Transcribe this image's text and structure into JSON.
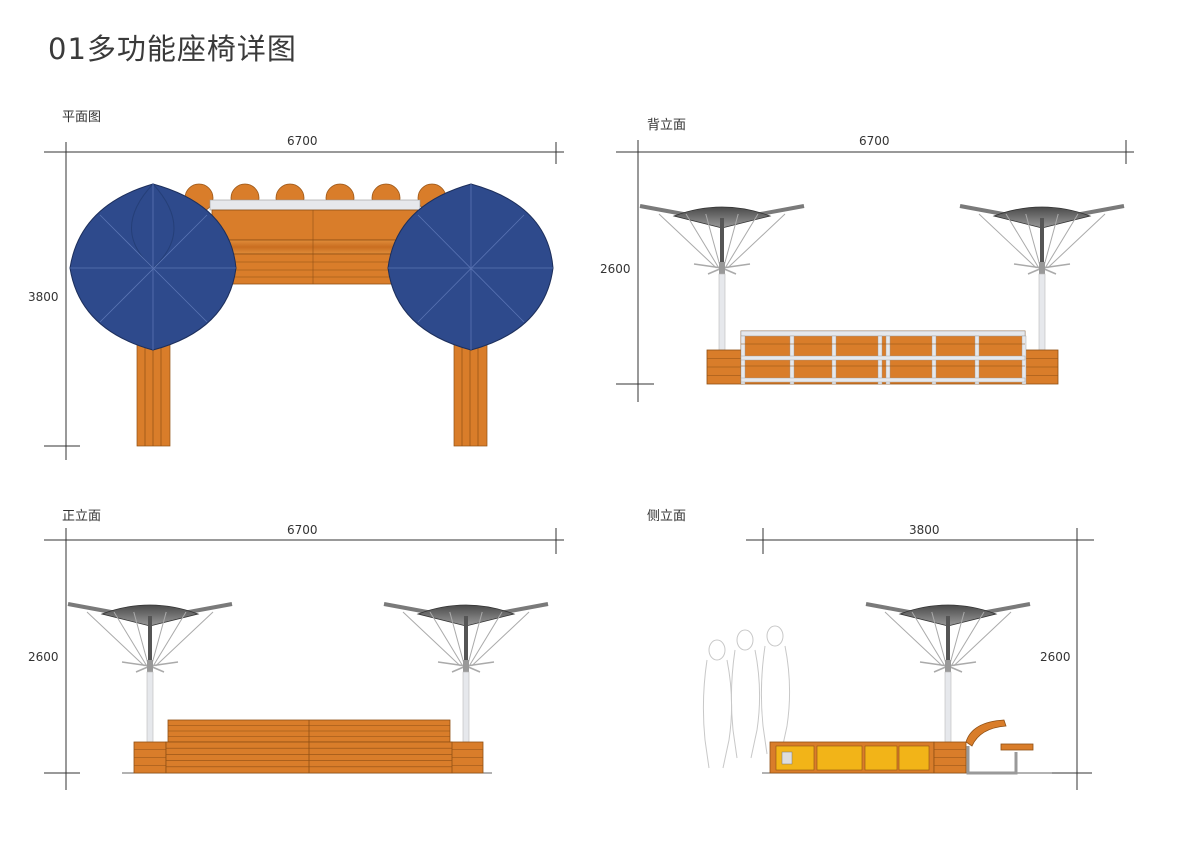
{
  "title": "01多功能座椅详图",
  "panels": {
    "plan": {
      "label": "平面图",
      "width_dim": "6700",
      "depth_dim": "3800"
    },
    "back": {
      "label": "背立面",
      "width_dim": "6700",
      "height_dim": "2600"
    },
    "front": {
      "label": "正立面",
      "width_dim": "6700",
      "height_dim": "2600"
    },
    "side": {
      "label": "侧立面",
      "width_dim": "3800",
      "height_dim": "2600"
    }
  },
  "colors": {
    "canopy_blue": "#2e4a8c",
    "wood": "#d97d2a",
    "wood_dark": "#b5621a",
    "canopy_grey": "#6b6b6b",
    "steel": "#c9ccd1",
    "locker_yellow": "#f2b418"
  }
}
